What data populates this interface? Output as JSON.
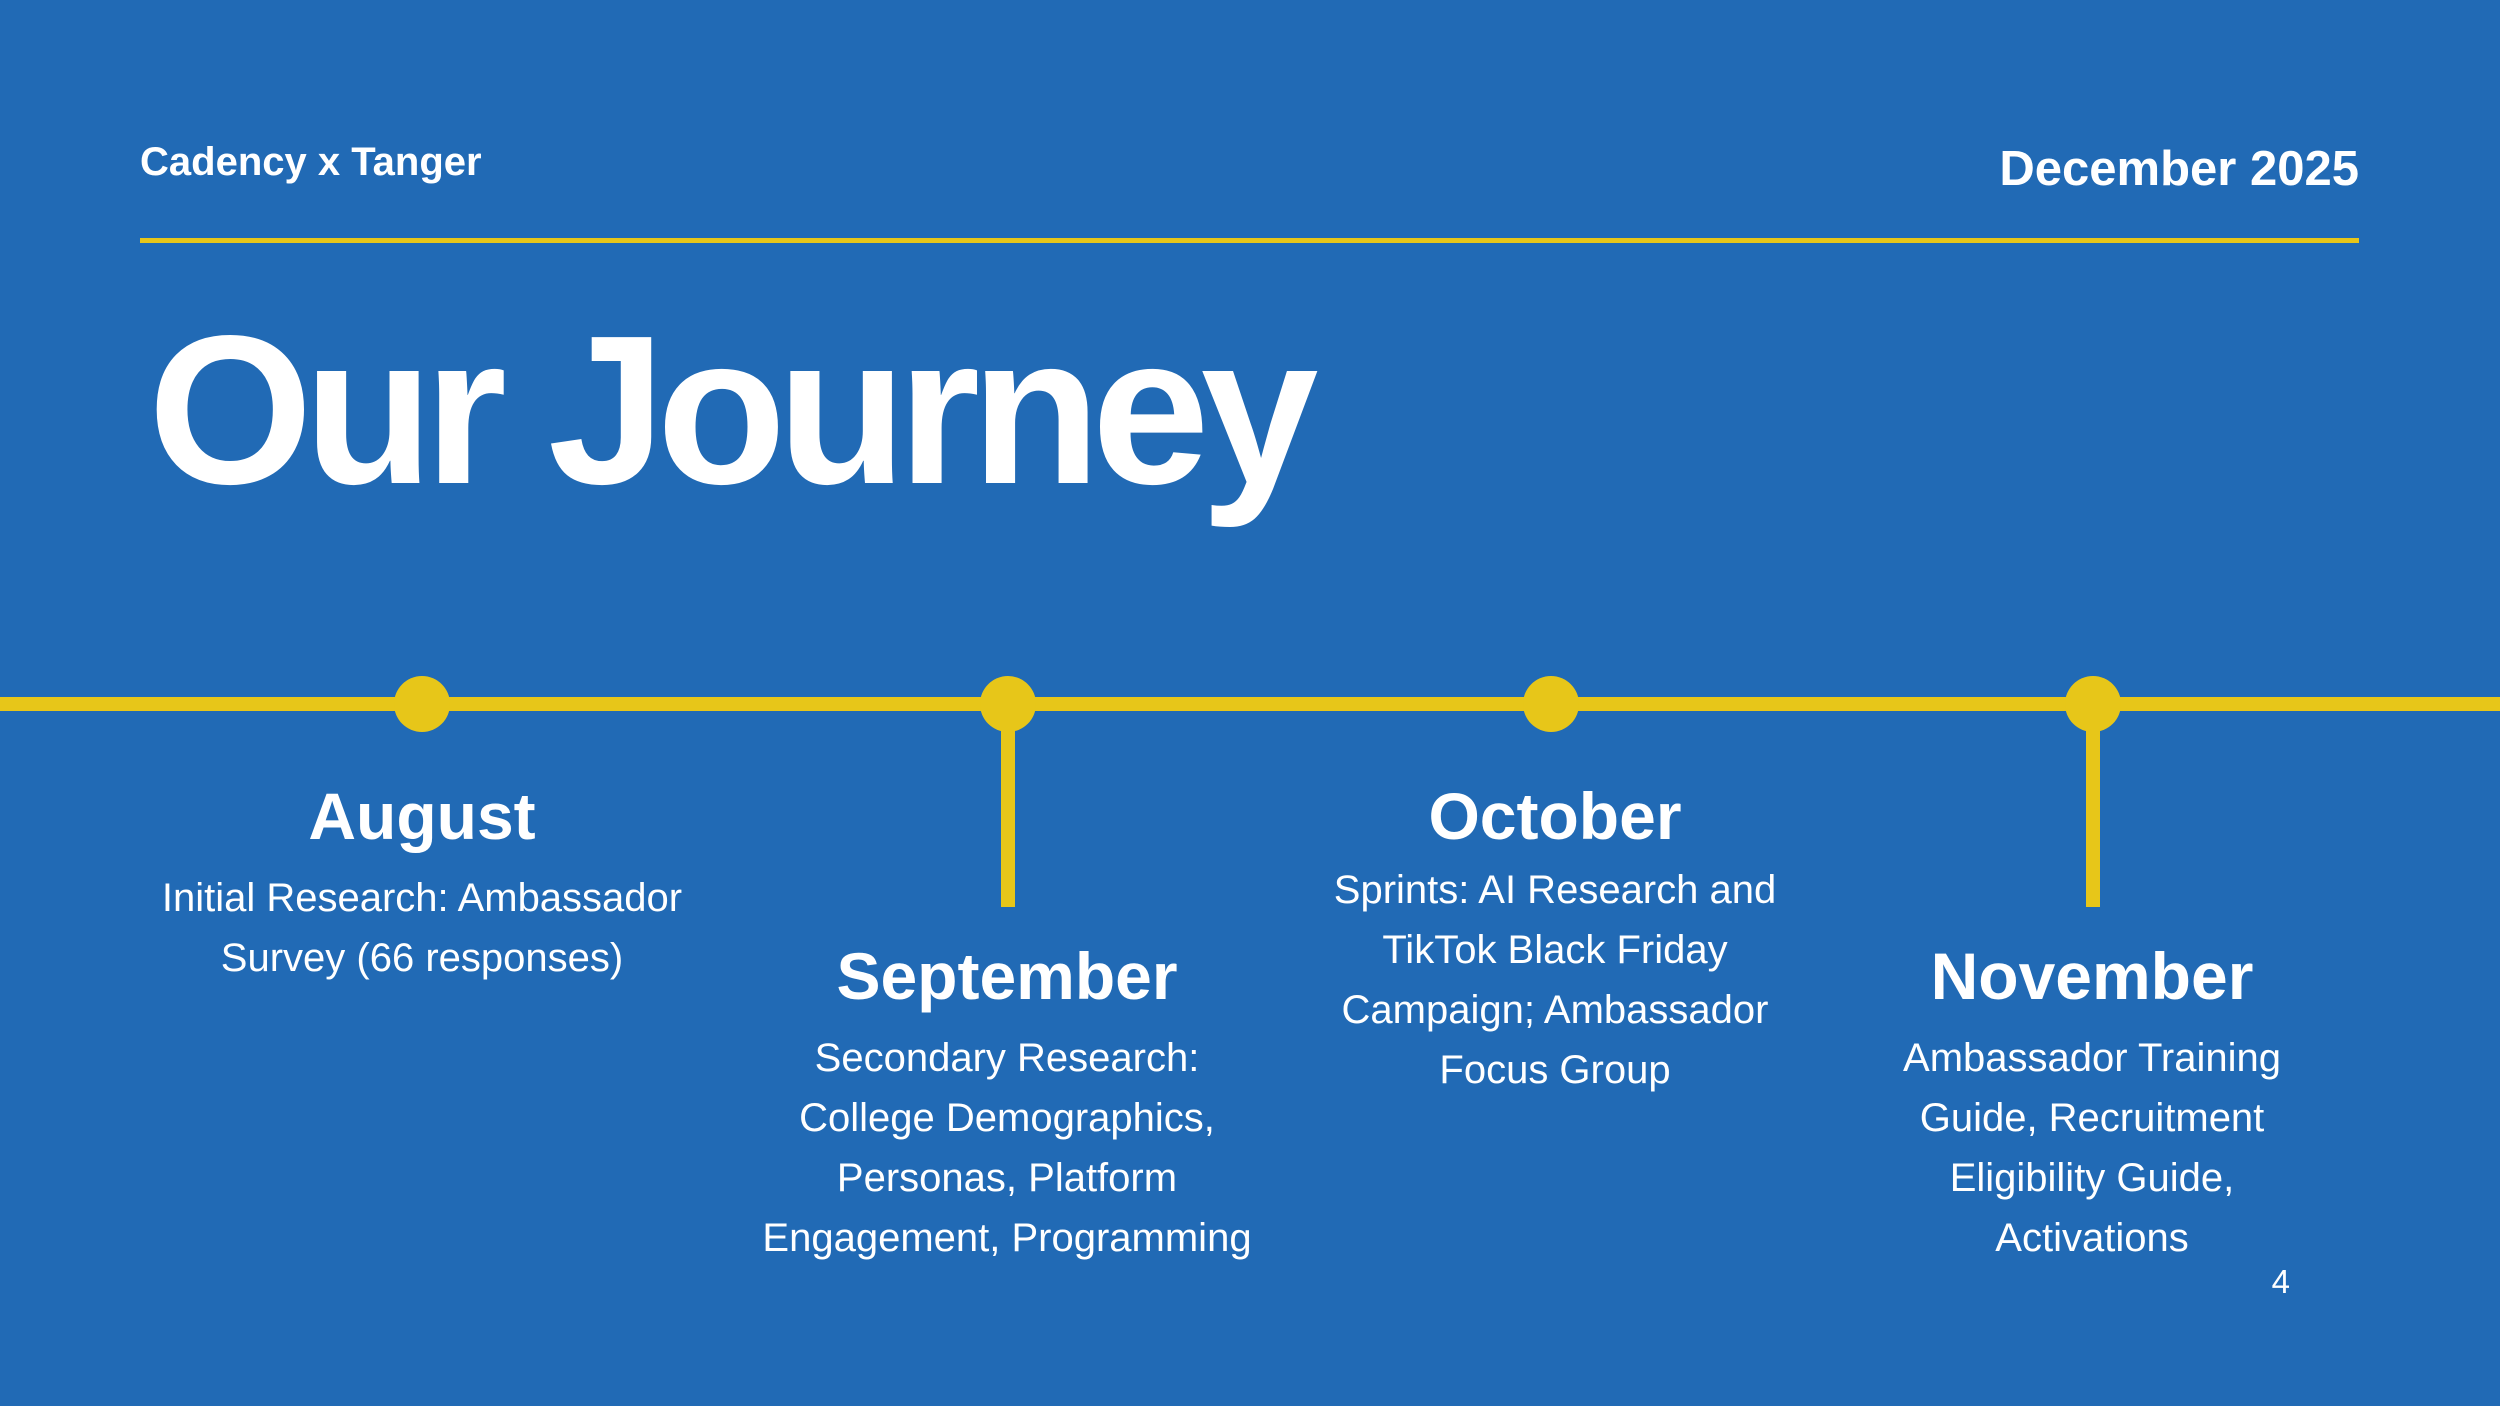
{
  "header": {
    "brand": "Cadency x Tanger",
    "date": "December 2025"
  },
  "title": "Our Journey",
  "timeline": [
    {
      "month": "August",
      "description": "Initial Research: Ambassador Survey (66 responses)"
    },
    {
      "month": "September",
      "description": "Secondary Research: College Demographics, Personas, Platform Engagement, Programming"
    },
    {
      "month": "October",
      "description": "Sprints: AI Research and TikTok Black Friday Campaign; Ambassador Focus Group"
    },
    {
      "month": "November",
      "description": "Ambassador Training Guide, Recruitment Eligibility Guide, Activations"
    }
  ],
  "page_number": "4",
  "colors": {
    "background": "#216ab5",
    "accent": "#e7c619",
    "text": "#ffffff"
  }
}
